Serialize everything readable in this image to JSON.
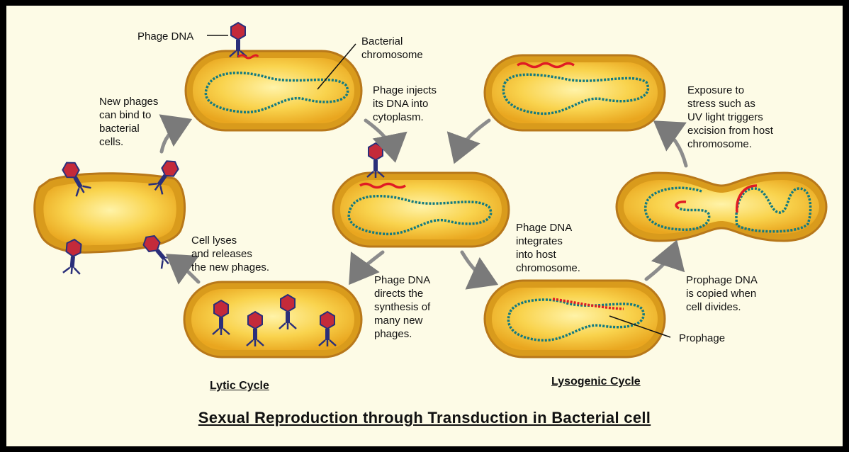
{
  "labels": {
    "phage_dna_top": "Phage DNA",
    "bacterial_chromosome": [
      "Bacterial",
      "chromosome"
    ],
    "phage_injects": [
      "Phage injects",
      "its DNA into",
      "cytoplasm."
    ],
    "new_phages_bind": [
      "New phages",
      "can bind to",
      "bacterial",
      "cells."
    ],
    "cell_lyses": [
      "Cell lyses",
      "and releases",
      "the new phages."
    ],
    "phage_dna_directs": [
      "Phage DNA",
      "directs the",
      "synthesis of",
      "many new",
      "phages."
    ],
    "phage_dna_integrates": [
      "Phage DNA",
      "integrates",
      "into host",
      "chromosome."
    ],
    "exposure_stress": [
      "Exposure to",
      "stress such as",
      "UV light triggers",
      "excision from host",
      "chromosome."
    ],
    "prophage_copied": [
      "Prophage DNA",
      "is copied when",
      "cell divides."
    ],
    "prophage": "Prophage"
  },
  "captions": {
    "lytic": "Lytic Cycle",
    "lysogenic": "Lysogenic Cycle"
  },
  "title": "Sexual Reproduction through Transduction in Bacterial cell",
  "colors": {
    "frame_bg": "#fdfbe6",
    "cell_fill": "#f6c231",
    "cell_outline": "#c98a17",
    "host_dna": "#127a80",
    "phage_dna": "#e01b24",
    "phage_head": "#c42a3a",
    "phage_tail": "#2a2f7a",
    "arrow": "#8c8c8c"
  }
}
